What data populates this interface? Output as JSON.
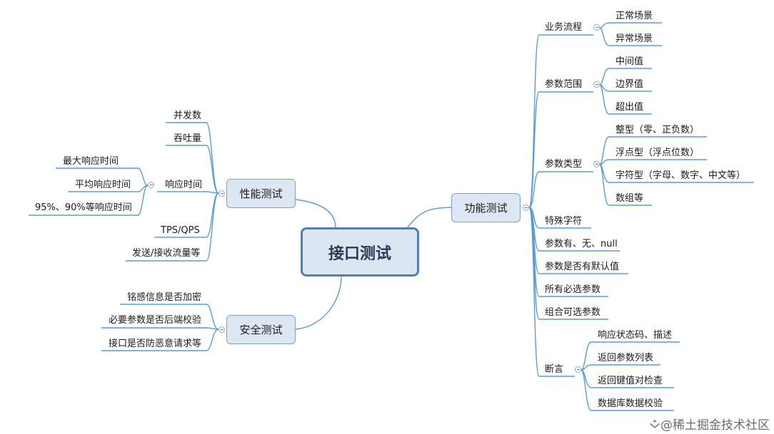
{
  "root": "接口测试",
  "branches": {
    "performance": {
      "label": "性能测试",
      "items": [
        "并发数",
        "吞吐量",
        "响应时间",
        "TPS/QPS",
        "发送/接收流量等"
      ],
      "response_time_children": [
        "最大响应时间",
        "平均响应时间",
        "95%、90%等响应时间"
      ]
    },
    "security": {
      "label": "安全测试",
      "items": [
        "铭感信息是否加密",
        "必要参数是否后端校验",
        "接口是否防恶意请求等"
      ]
    },
    "functional": {
      "label": "功能测试",
      "business_flow": {
        "label": "业务流程",
        "children": [
          "正常场景",
          "异常场景"
        ]
      },
      "param_range": {
        "label": "参数范围",
        "children": [
          "中间值",
          "边界值",
          "超出值"
        ]
      },
      "param_type": {
        "label": "参数类型",
        "children": [
          "整型（零、正负数）",
          "浮点型（浮点位数）",
          "字符型（字母、数字、中文等）",
          "数组等"
        ]
      },
      "special_chars": "特殊字符",
      "param_presence": "参数有、无、null",
      "param_default": "参数是否有默认值",
      "required_params": "所有必选参数",
      "optional_params": "组合可选参数",
      "assertion": {
        "label": "断言",
        "children": [
          "响应状态码、描述",
          "返回参数列表",
          "返回键值对检查",
          "数据库数据校验"
        ]
      }
    }
  },
  "watermark": "@稀土掘金技术社区",
  "colors": {
    "line": "#5b9bd5",
    "node_fill": "#dde7f3",
    "node_border": "#7f9fc8",
    "central_border": "#4f7ec0"
  }
}
